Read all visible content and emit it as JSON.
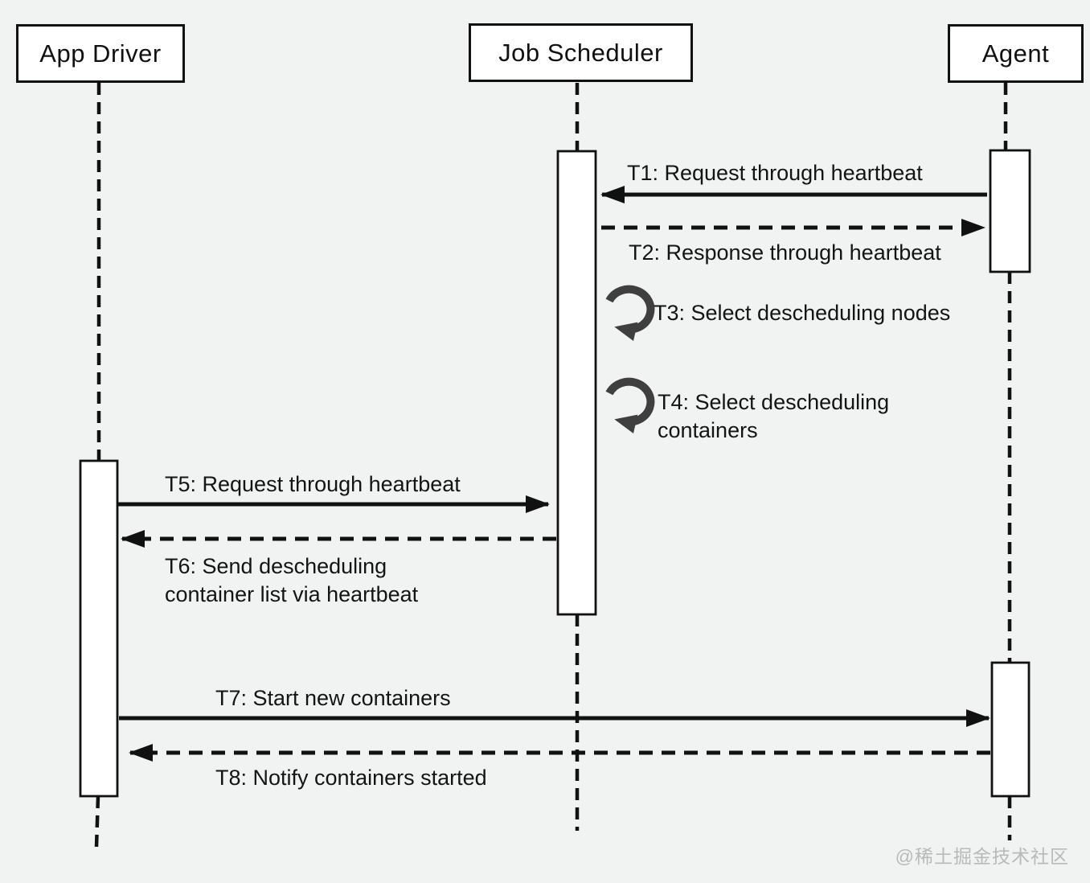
{
  "diagram_type": "uml-sequence-diagram",
  "actors": [
    {
      "label": "App Driver"
    },
    {
      "label": "Job Scheduler"
    },
    {
      "label": "Agent"
    }
  ],
  "messages": {
    "t1": {
      "label": "T1: Request through heartbeat",
      "from": "Agent",
      "to": "Job Scheduler",
      "line": "solid",
      "direction": "left"
    },
    "t2": {
      "label": "T2: Response through heartbeat",
      "from": "Job Scheduler",
      "to": "Agent",
      "line": "dashed",
      "direction": "right"
    },
    "t3": {
      "label": "T3: Select descheduling nodes",
      "kind": "self-loop",
      "on": "Job Scheduler"
    },
    "t4": {
      "label_line1": "T4: Select descheduling",
      "label_line2": "containers",
      "kind": "self-loop",
      "on": "Job Scheduler"
    },
    "t5": {
      "label": "T5: Request through heartbeat",
      "from": "App Driver",
      "to": "Job Scheduler",
      "line": "solid",
      "direction": "right"
    },
    "t6": {
      "label_line1": "T6: Send descheduling",
      "label_line2": "container list via heartbeat",
      "from": "Job Scheduler",
      "to": "App Driver",
      "line": "dashed",
      "direction": "left"
    },
    "t7": {
      "label": "T7: Start new containers",
      "from": "App Driver",
      "to": "Agent",
      "line": "solid",
      "direction": "right"
    },
    "t8": {
      "label": "T8: Notify containers started",
      "from": "Agent",
      "to": "App Driver",
      "line": "dashed",
      "direction": "left"
    }
  },
  "watermark": "@稀土掘金技术社区",
  "colors": {
    "background": "#f1f2f2",
    "stroke": "#111111",
    "activation_fill": "#ffffff",
    "loop_arrow": "#3f3f3f",
    "watermark": "#b9b9b9"
  }
}
